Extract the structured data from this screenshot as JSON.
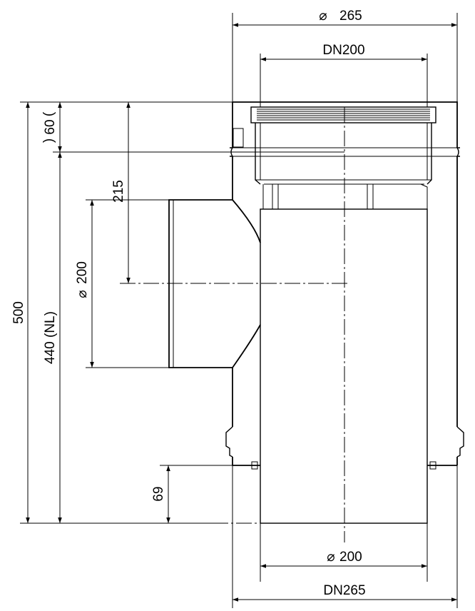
{
  "dimensions": {
    "top_outer_diameter": "265",
    "top_socket": "DN200",
    "total_height": "500",
    "nominal_length": "440 (NL)",
    "top_offset": "60",
    "branch_height": "215",
    "branch_diameter": "200",
    "bottom_offset": "69",
    "bottom_inner_diameter": "200",
    "bottom_nominal": "DN265"
  },
  "symbols": {
    "diameter": "⌀"
  }
}
